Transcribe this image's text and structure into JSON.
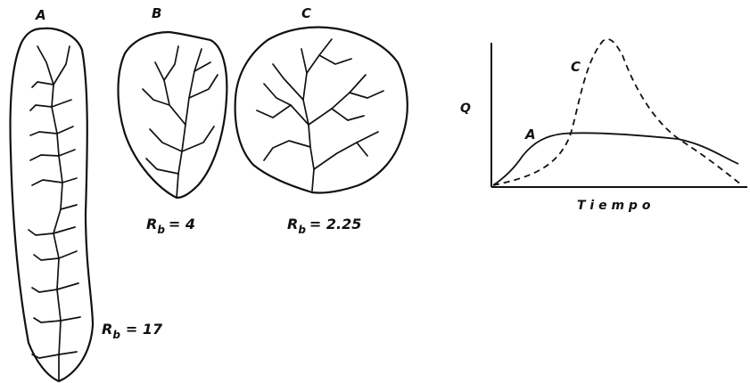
{
  "basins": [
    {
      "label": "A",
      "rb_prefix": "R",
      "rb_sub": "b",
      "rb_value": "= 17"
    },
    {
      "label": "B",
      "rb_prefix": "R",
      "rb_sub": "b",
      "rb_value": "= 4"
    },
    {
      "label": "C",
      "rb_prefix": "R",
      "rb_sub": "b",
      "rb_value": "= 2.25"
    }
  ],
  "hydrograph": {
    "ylabel": "Q",
    "xlabel": "T i e m p o",
    "curves": [
      {
        "label": "A",
        "line": "solid"
      },
      {
        "label": "C",
        "line": "dashed"
      }
    ]
  }
}
